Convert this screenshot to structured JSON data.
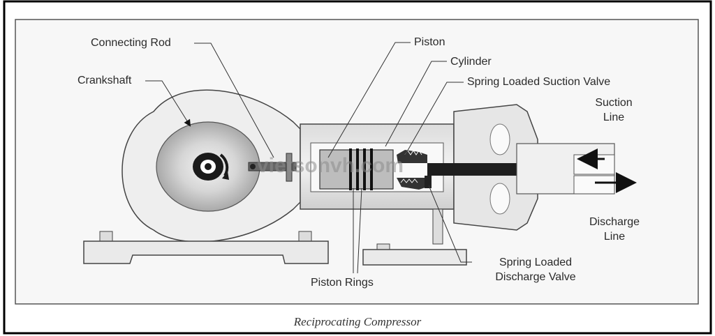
{
  "labels": {
    "connecting_rod": "Connecting Rod",
    "crankshaft": "Crankshaft",
    "piston": "Piston",
    "cylinder": "Cylinder",
    "suction_valve": "Spring Loaded Suction Valve",
    "suction_line_1": "Suction",
    "suction_line_2": "Line",
    "discharge_line_1": "Discharge",
    "discharge_line_2": "Line",
    "discharge_valve_1": "Spring Loaded",
    "discharge_valve_2": "Discharge Valve",
    "piston_rings": "Piston Rings"
  },
  "caption": "Reciprocating Compressor",
  "watermark": "vietsonvh.com"
}
